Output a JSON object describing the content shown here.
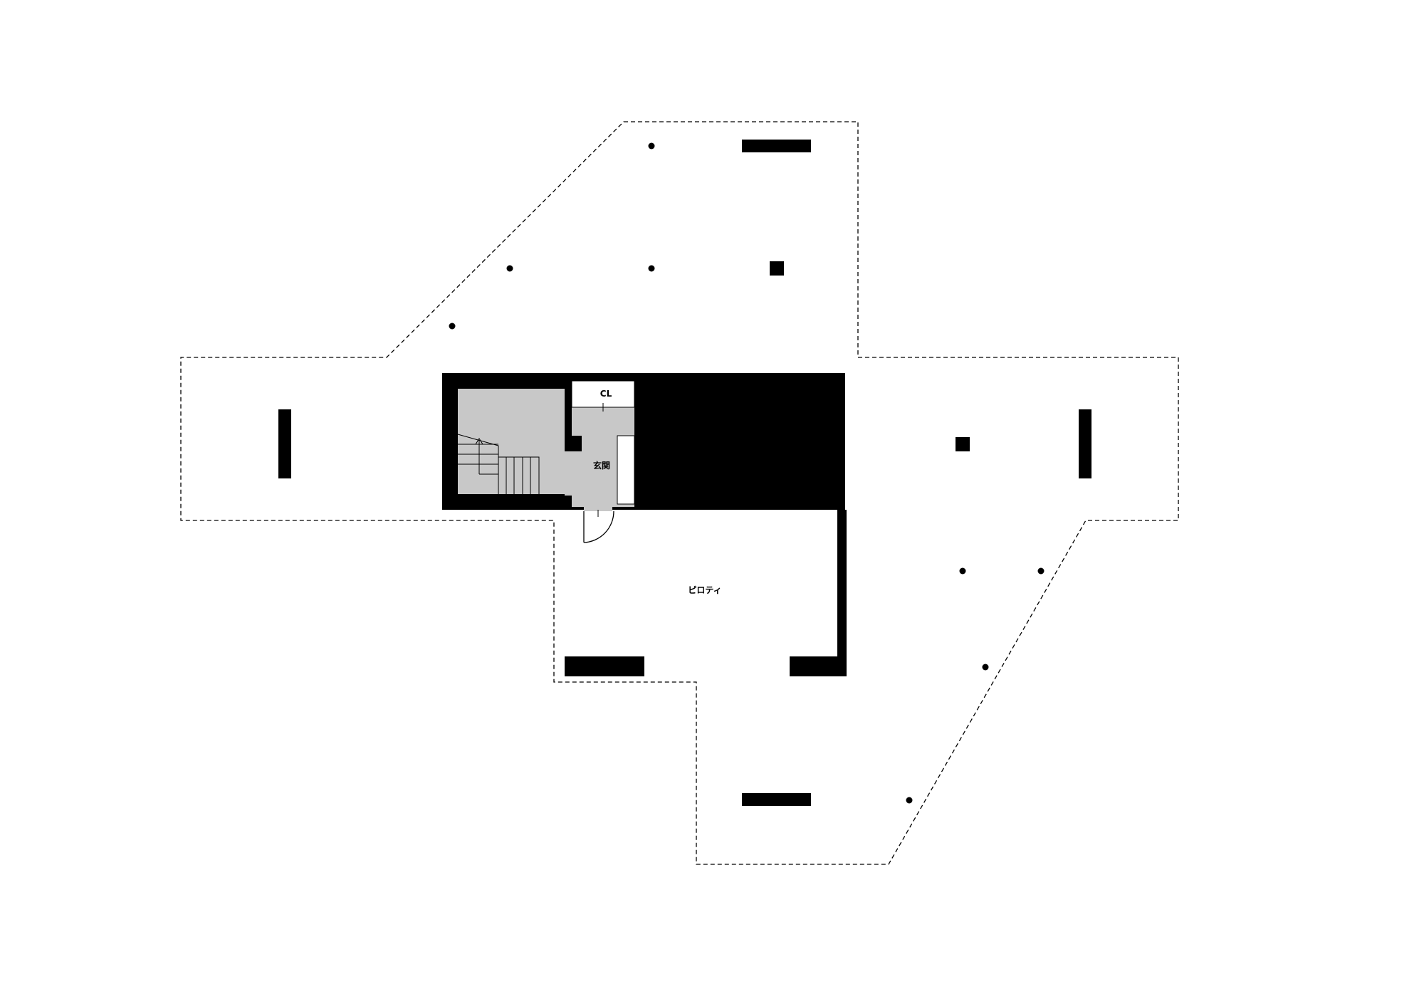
{
  "labels": {
    "closet": "CL",
    "entrance": "玄関",
    "piloti": "ピロティ"
  },
  "colors": {
    "wall": "#000000",
    "interior": "#c8c8c8",
    "outline": "#000000",
    "background": "#ffffff"
  }
}
